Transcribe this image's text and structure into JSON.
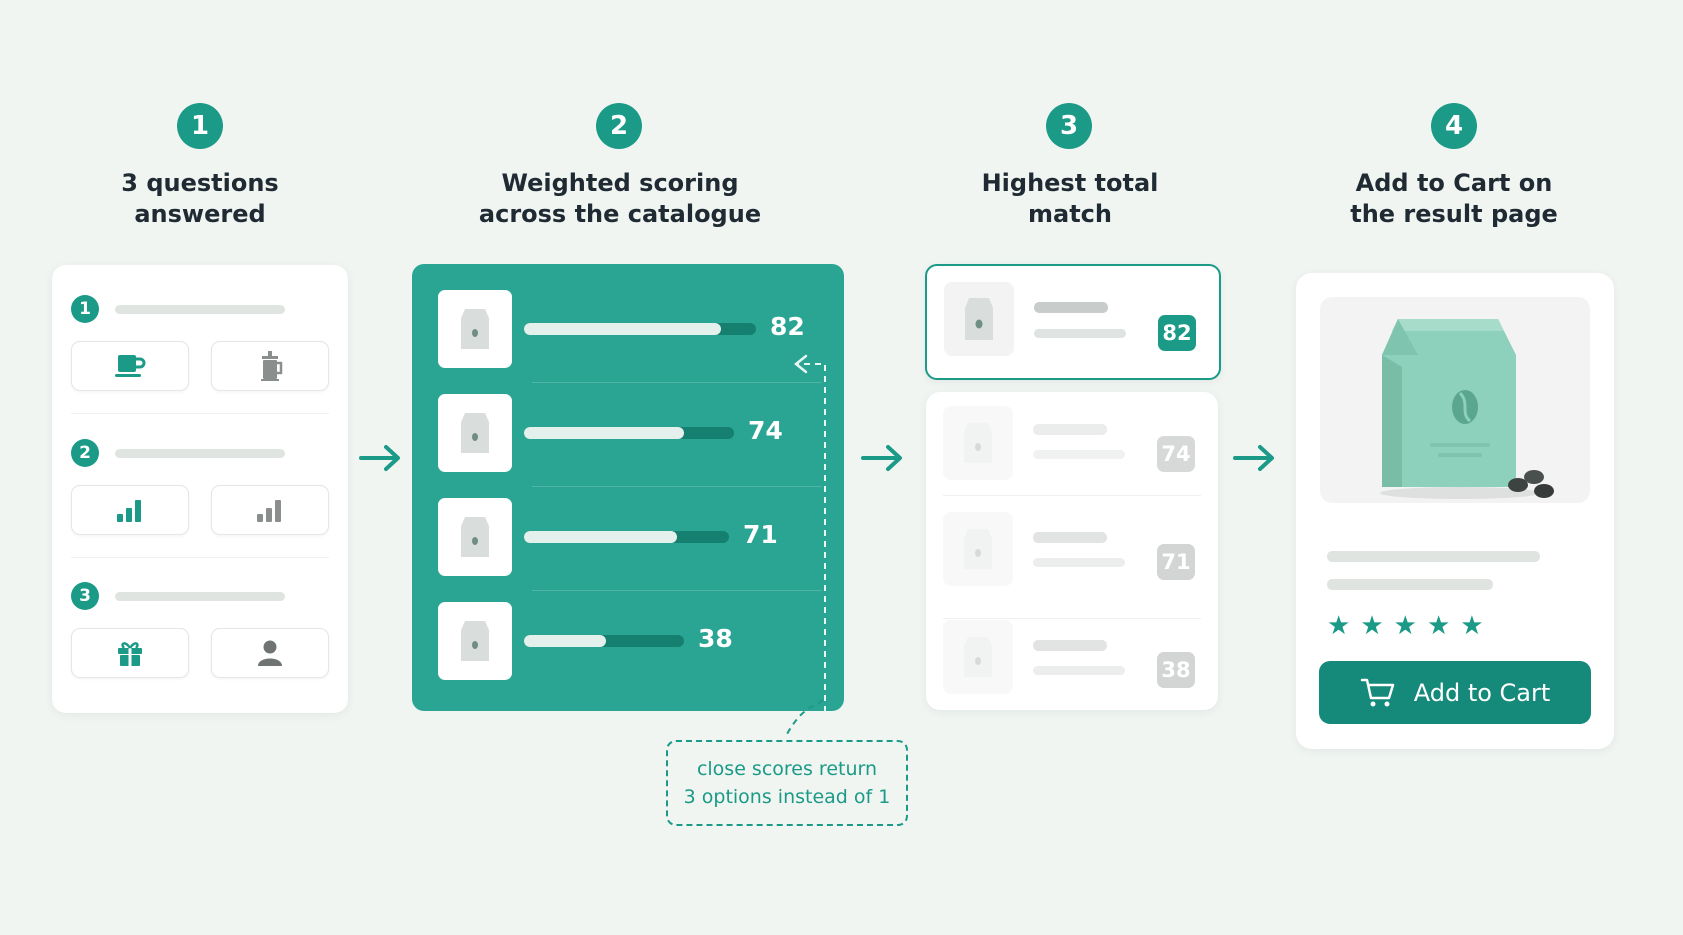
{
  "steps": [
    {
      "number": "1",
      "title_line1": "3 questions",
      "title_line2": "answered"
    },
    {
      "number": "2",
      "title_line1": "Weighted scoring",
      "title_line2": "across the catalogue"
    },
    {
      "number": "3",
      "title_line1": "Highest total",
      "title_line2": "match"
    },
    {
      "number": "4",
      "title_line1": "Add to Cart on",
      "title_line2": "the result page"
    }
  ],
  "questions": [
    {
      "number": "1",
      "options": [
        {
          "icon": "coffee-cup-icon",
          "selected": true
        },
        {
          "icon": "french-press-icon",
          "selected": false
        }
      ]
    },
    {
      "number": "2",
      "options": [
        {
          "icon": "strength-bars-icon",
          "selected": true
        },
        {
          "icon": "strength-bars-icon",
          "selected": false
        }
      ]
    },
    {
      "number": "3",
      "options": [
        {
          "icon": "gift-icon",
          "selected": true
        },
        {
          "icon": "person-icon",
          "selected": false
        }
      ]
    }
  ],
  "scoring": {
    "scores": [
      82,
      74,
      71,
      38
    ],
    "max": 100
  },
  "results": {
    "top_score": "82",
    "other_scores": [
      "74",
      "71",
      "38"
    ]
  },
  "annotation": {
    "line1": "close scores return",
    "line2": "3 options instead of 1"
  },
  "product": {
    "rating_stars": 5,
    "cta_label": "Add to Cart"
  },
  "colors": {
    "accent": "#1a9a87",
    "panel": "#2aa593",
    "cta": "#15897a"
  }
}
